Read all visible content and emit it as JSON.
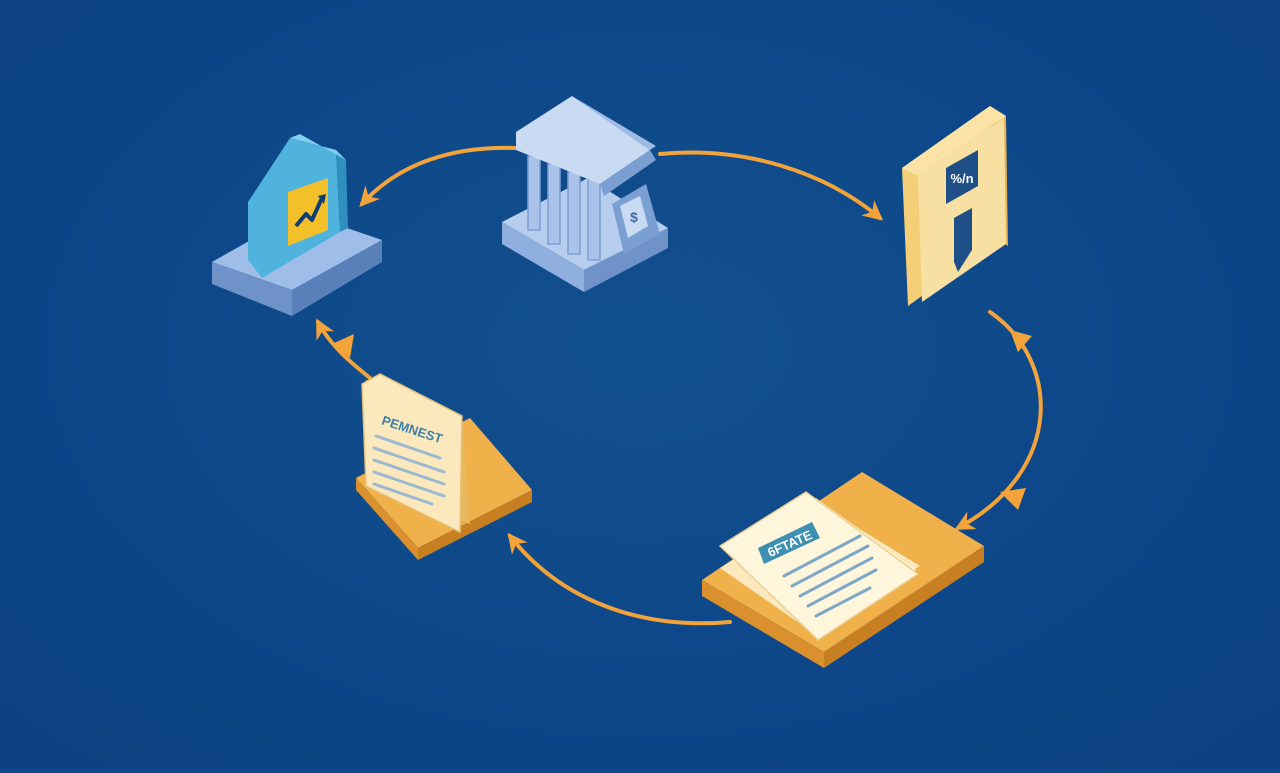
{
  "colors": {
    "background": "#0d4789",
    "arrow": "#f2a33a",
    "blue_light": "#b7cdee",
    "blue_mid": "#8fb0df",
    "blue_dark": "#6f93c9",
    "teal": "#4fb3de",
    "yellow": "#f3c02a",
    "paper": "#f8e8b8",
    "folder": "#f0b04a",
    "folder_dark": "#d9902d",
    "badge_navy": "#1e4f86",
    "badge_teal": "#3f8fb0"
  },
  "nodes": {
    "chart_building": {
      "icon": "trend-chart-icon"
    },
    "bank": {
      "icon": "bank-icon",
      "coin_label": "$"
    },
    "tax_form": {
      "icon": "tax-form-icon",
      "badge_label": "%/n"
    },
    "statement_folder": {
      "icon": "folder-icon",
      "badge_label": "6FTATE"
    },
    "payment_doc": {
      "icon": "document-icon",
      "title_label": "PEMNEST"
    }
  },
  "flow": {
    "direction": "clockwise",
    "arrow_count": 5
  }
}
